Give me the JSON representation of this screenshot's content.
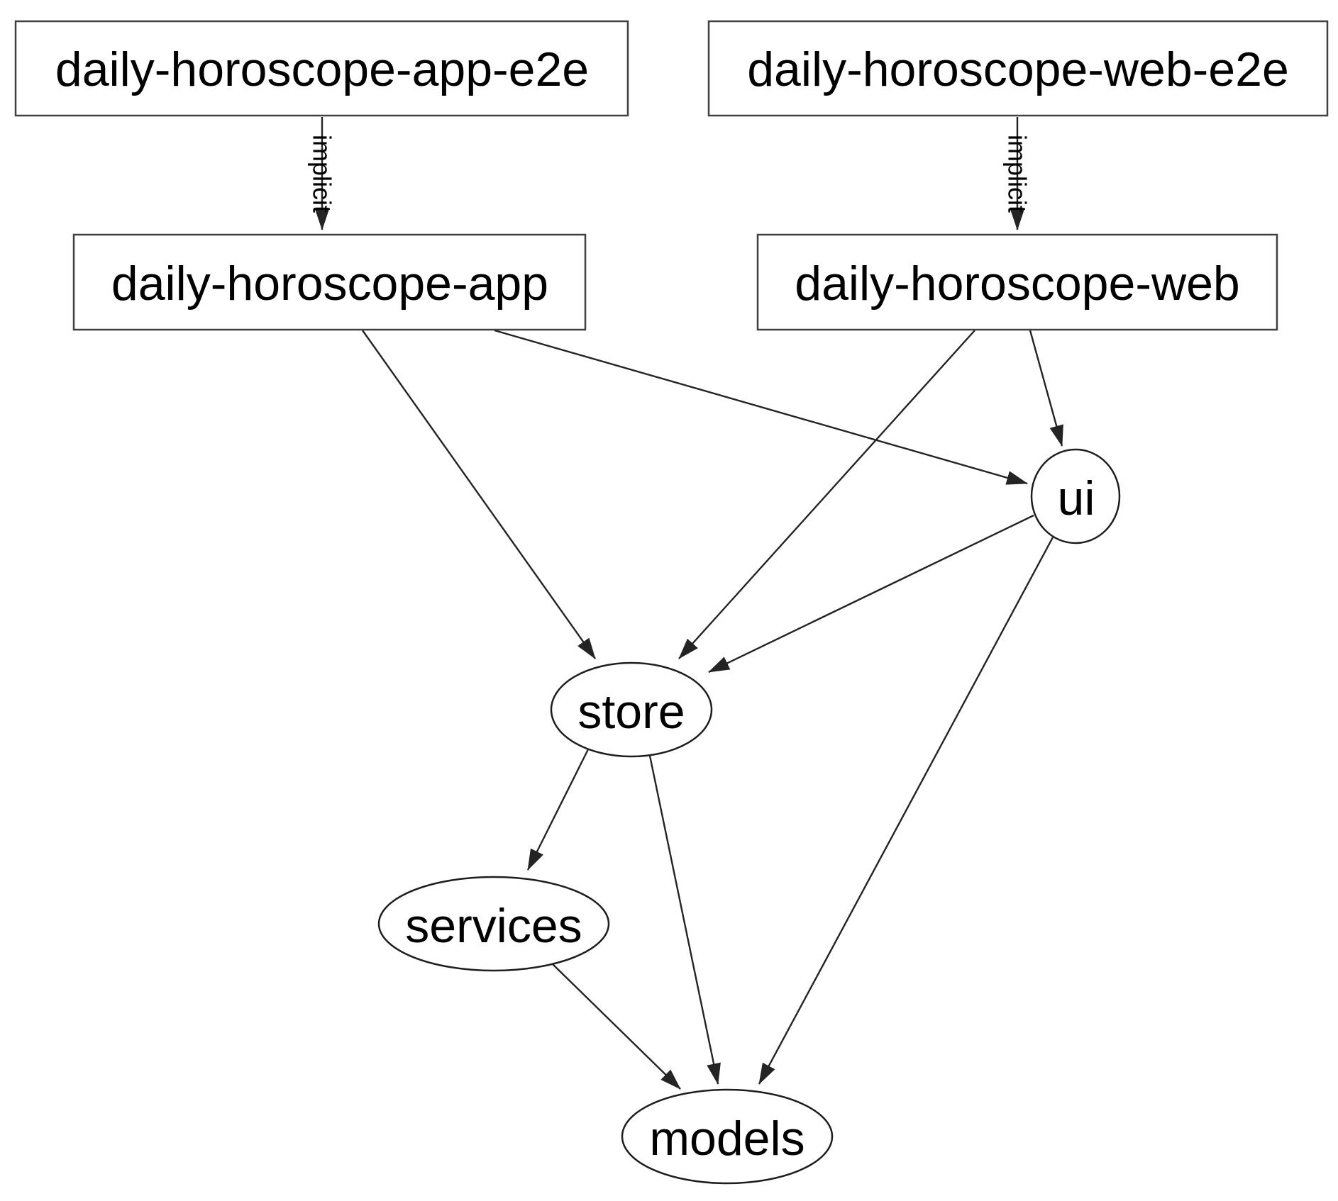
{
  "diagram": {
    "type": "dependency-graph",
    "colors": {
      "background": "#ffffff",
      "box_stroke": "#404040",
      "ellipse_stroke": "#1e1e1e",
      "edge_stroke": "#242424",
      "text": "#000000"
    },
    "nodes": {
      "app_e2e": {
        "label": "daily-horoscope-app-e2e",
        "shape": "box"
      },
      "web_e2e": {
        "label": "daily-horoscope-web-e2e",
        "shape": "box"
      },
      "app": {
        "label": "daily-horoscope-app",
        "shape": "box"
      },
      "web": {
        "label": "daily-horoscope-web",
        "shape": "box"
      },
      "ui": {
        "label": "ui",
        "shape": "ellipse"
      },
      "store": {
        "label": "store",
        "shape": "ellipse"
      },
      "services": {
        "label": "services",
        "shape": "ellipse"
      },
      "models": {
        "label": "models",
        "shape": "ellipse"
      }
    },
    "edges": [
      {
        "from": "daily-horoscope-app-e2e",
        "to": "daily-horoscope-app",
        "label": "implicit"
      },
      {
        "from": "daily-horoscope-web-e2e",
        "to": "daily-horoscope-web",
        "label": "implicit"
      },
      {
        "from": "daily-horoscope-app",
        "to": "store"
      },
      {
        "from": "daily-horoscope-app",
        "to": "ui"
      },
      {
        "from": "daily-horoscope-web",
        "to": "store"
      },
      {
        "from": "daily-horoscope-web",
        "to": "ui"
      },
      {
        "from": "ui",
        "to": "store"
      },
      {
        "from": "ui",
        "to": "models"
      },
      {
        "from": "store",
        "to": "services"
      },
      {
        "from": "store",
        "to": "models"
      },
      {
        "from": "services",
        "to": "models"
      }
    ]
  }
}
